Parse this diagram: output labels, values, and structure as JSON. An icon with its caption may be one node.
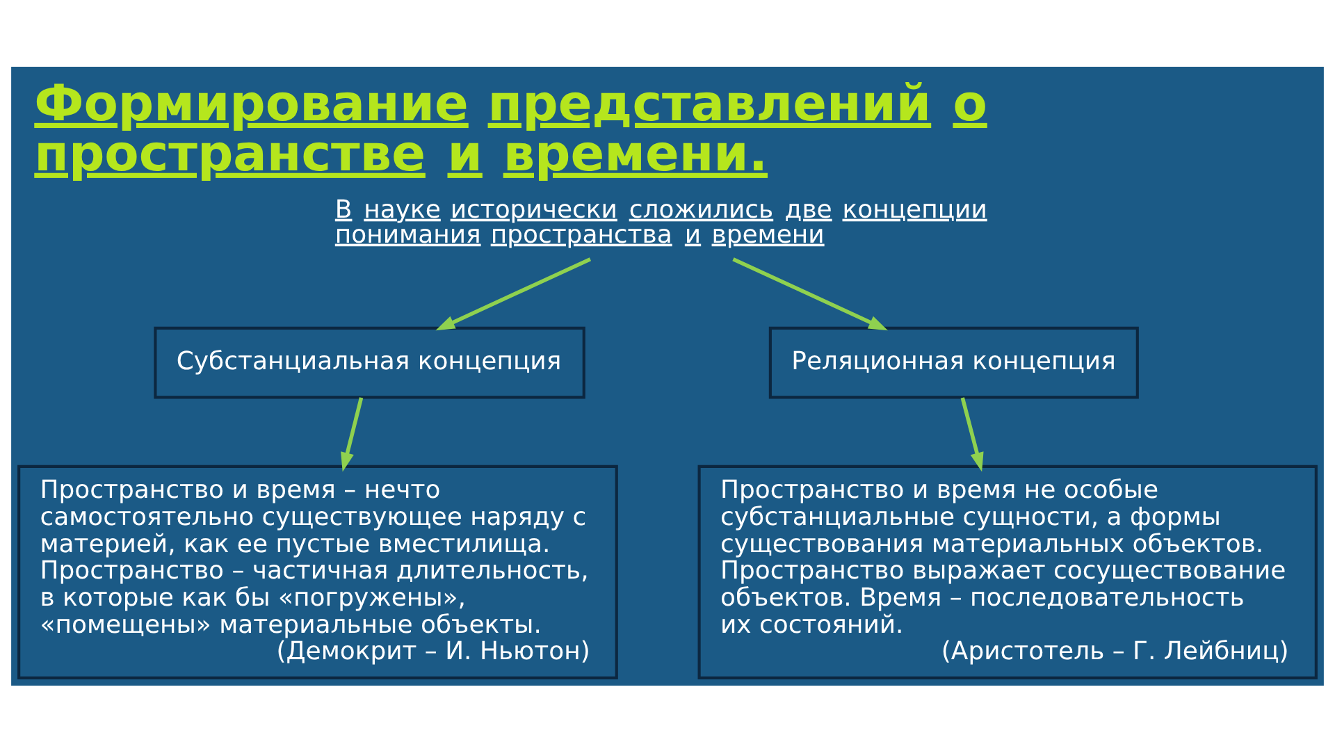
{
  "diagram": {
    "title": "Формирование представлений о пространстве и времени.",
    "nodes": [
      {
        "text": [
          "В науке исторически сложились две концепции понимания пространства и времени"
        ]
      },
      {
        "text": [
          "Субстанциальная концепция"
        ]
      },
      {
        "text": [
          "Реляционная концепция"
        ]
      },
      {
        "text": [
          "Пространство и время – нечто самостоятельно существующее наряду с материей, как ее пустые вместилища. Пространство – частичная длительность, в которые как бы «погружены», «помещены» материальные объекты.",
          "(Демокрит – И. Ньютон)"
        ]
      },
      {
        "text": [
          "Пространство и время не особые субстанциальные сущности, а формы существования материальных объектов. Пространство выражает сосуществование объектов. Время – последовательность их состояний.",
          "(Аристотель – Г. Лейбниц)"
        ]
      }
    ],
    "edges": [
      {
        "from": 0,
        "to": 1,
        "arrow": "to"
      },
      {
        "from": 0,
        "to": 2,
        "arrow": "to"
      },
      {
        "from": 1,
        "to": 3,
        "arrow": "to"
      },
      {
        "from": 2,
        "to": 4,
        "arrow": "to"
      }
    ]
  }
}
